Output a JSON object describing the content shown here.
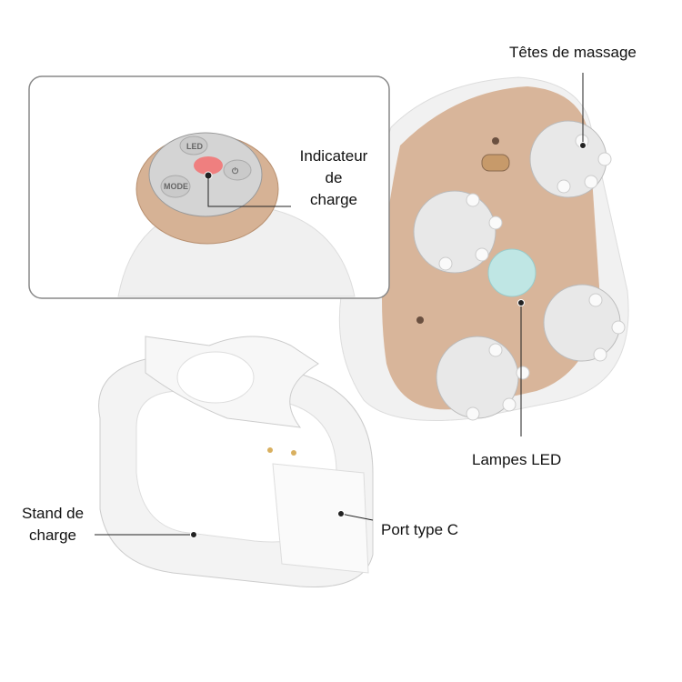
{
  "labels": {
    "massage_heads": "Têtes de massage",
    "charge_indicator": [
      "Indicateur",
      "de",
      "charge"
    ],
    "led_lamps": "Lampes LED",
    "charging_stand": [
      "Stand de",
      "charge"
    ],
    "port": "Port type C"
  },
  "buttons": {
    "led": "LED",
    "mode": "MODE"
  },
  "colors": {
    "gold": "#d8b59a",
    "indicator": "#ef7f7f",
    "device_white": "#f1f1f1"
  }
}
